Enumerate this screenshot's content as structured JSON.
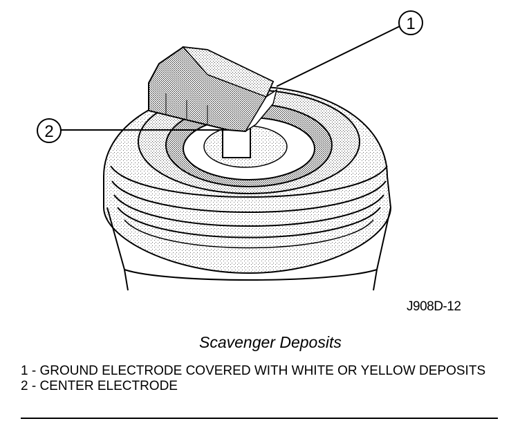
{
  "figure": {
    "code": "J908D-12",
    "title": "Scavenger Deposits"
  },
  "callouts": [
    {
      "number": "1",
      "text": "1 - GROUND ELECTRODE COVERED WITH WHITE OR YELLOW DEPOSITS"
    },
    {
      "number": "2",
      "text": "2 - CENTER ELECTRODE"
    }
  ],
  "colors": {
    "ink": "#000000",
    "stipple": "#bdbdbd",
    "paper": "#ffffff"
  }
}
